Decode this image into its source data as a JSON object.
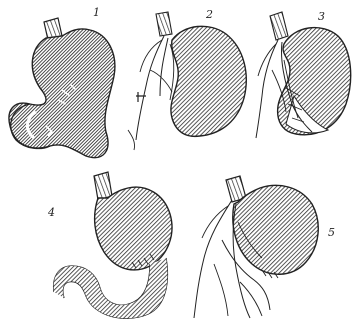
{
  "figure": {
    "panels": [
      {
        "label": "1"
      },
      {
        "label": "2"
      },
      {
        "label": "3"
      },
      {
        "label": "4"
      },
      {
        "label": "5"
      }
    ],
    "colors": {
      "ink": "#222222",
      "paper": "#ffffff",
      "hatch": "#3a3a3a"
    }
  }
}
